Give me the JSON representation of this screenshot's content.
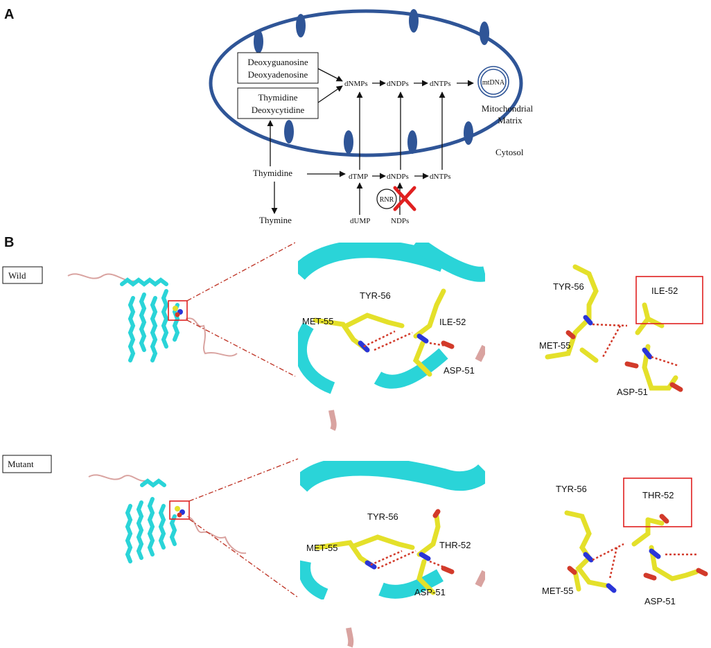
{
  "panels": {
    "a": {
      "letter": "A"
    },
    "b": {
      "letter": "B"
    }
  },
  "pathway": {
    "box1": {
      "line1": "Deoxyguanosine",
      "line2": "Deoxyadenosine"
    },
    "box2": {
      "line1": "Thymidine",
      "line2": "Deoxycytidine"
    },
    "inner": {
      "dnmps": "dNMPs",
      "dndps": "dNDPs",
      "dntps": "dNTPs",
      "mtdna": "mtDNA",
      "matrix1": "Mitochondrial",
      "matrix2": "Matrix"
    },
    "cytosol": "Cytosol",
    "outer": {
      "thymidine": "Thymidine",
      "thymine": "Thymine",
      "dtmp": "dTMP",
      "dndps": "dNDPs",
      "dntps": "dNTPs",
      "dump": "dUMP",
      "ndps": "NDPs",
      "rnr": "RNR"
    }
  },
  "rows": [
    {
      "label": "Wild",
      "zoom": {
        "tyr": "TYR-56",
        "met": "MET-55",
        "res52": "ILE-52",
        "asp": "ASP-51"
      },
      "sticks": {
        "tyr": "TYR-56",
        "met": "MET-55",
        "res52": "ILE-52",
        "asp": "ASP-51"
      }
    },
    {
      "label": "Mutant",
      "zoom": {
        "tyr": "TYR-56",
        "met": "MET-55",
        "res52": "THR-52",
        "asp": "ASP-51"
      },
      "sticks": {
        "tyr": "TYR-56",
        "met": "MET-55",
        "res52": "THR-52",
        "asp": "ASP-51"
      }
    }
  ],
  "colors": {
    "membrane": "#2f5597",
    "helix": "#2ad4d8",
    "carbon": "#e4e02a",
    "nitrogen": "#2a35d8",
    "oxygen": "#d23a2a",
    "coil": "#d9a3a0",
    "highlight": "#e02020"
  }
}
